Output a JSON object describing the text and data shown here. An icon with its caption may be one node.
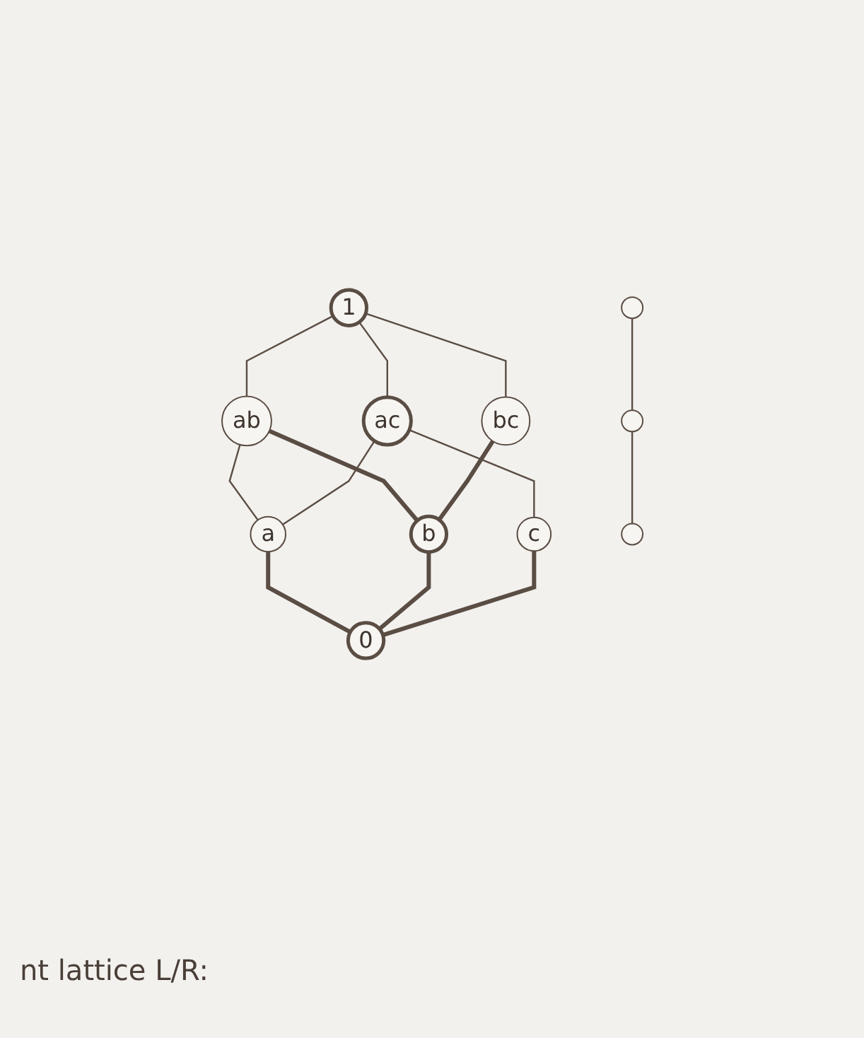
{
  "diagram": {
    "nodes": [
      {
        "text": [
          "1"
        ]
      },
      {
        "text": [
          "ab"
        ]
      },
      {
        "text": [
          "ac"
        ]
      },
      {
        "text": [
          "bc"
        ]
      },
      {
        "text": [
          "a"
        ]
      },
      {
        "text": [
          "b"
        ]
      },
      {
        "text": [
          "c"
        ]
      },
      {
        "text": [
          "0"
        ]
      },
      {
        "text": [],
        "shape": "circle"
      },
      {
        "text": [],
        "shape": "circle"
      },
      {
        "text": [],
        "shape": "circle"
      }
    ],
    "edges": [
      {
        "from": 0,
        "to": 1,
        "arrow": "none"
      },
      {
        "from": 0,
        "to": 2,
        "arrow": "none"
      },
      {
        "from": 0,
        "to": 3,
        "arrow": "none"
      },
      {
        "from": 1,
        "to": 4,
        "arrow": "none"
      },
      {
        "from": 1,
        "to": 5,
        "arrow": "none",
        "style": "thick"
      },
      {
        "from": 2,
        "to": 4,
        "arrow": "none"
      },
      {
        "from": 2,
        "to": 6,
        "arrow": "none"
      },
      {
        "from": 3,
        "to": 5,
        "arrow": "none",
        "style": "thick"
      },
      {
        "from": 4,
        "to": 7,
        "arrow": "none",
        "style": "thick"
      },
      {
        "from": 5,
        "to": 7,
        "arrow": "none",
        "style": "thick"
      },
      {
        "from": 6,
        "to": 7,
        "arrow": "none",
        "style": "thick"
      },
      {
        "from": 8,
        "to": 9,
        "arrow": "none"
      },
      {
        "from": 9,
        "to": 10,
        "arrow": "none"
      }
    ],
    "labels": [
      "nt lattice L/R:"
    ]
  }
}
